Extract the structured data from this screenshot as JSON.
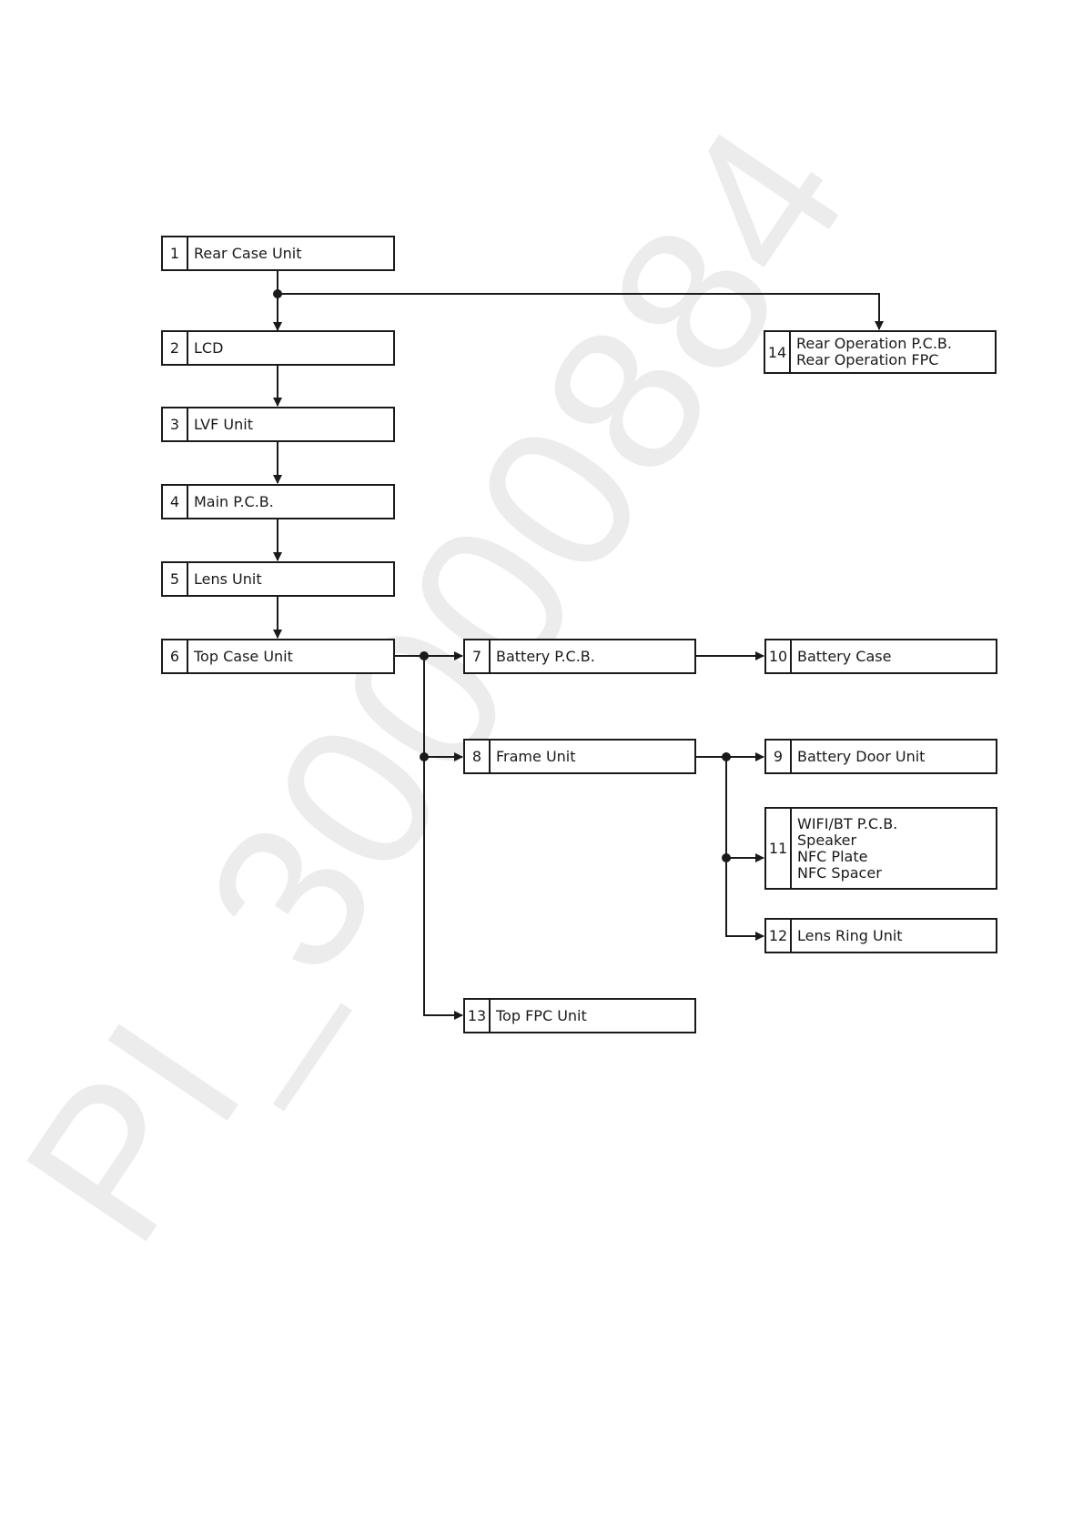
{
  "watermark": "PI_30000884",
  "nodes": [
    {
      "num": "1",
      "lines": [
        "Rear Case Unit"
      ]
    },
    {
      "num": "2",
      "lines": [
        "LCD"
      ]
    },
    {
      "num": "3",
      "lines": [
        "LVF Unit"
      ]
    },
    {
      "num": "4",
      "lines": [
        "Main P.C.B."
      ]
    },
    {
      "num": "5",
      "lines": [
        "Lens Unit"
      ]
    },
    {
      "num": "6",
      "lines": [
        "Top Case Unit"
      ]
    },
    {
      "num": "7",
      "lines": [
        "Battery P.C.B."
      ]
    },
    {
      "num": "8",
      "lines": [
        "Frame Unit"
      ]
    },
    {
      "num": "9",
      "lines": [
        "Battery Door Unit"
      ]
    },
    {
      "num": "10",
      "lines": [
        "Battery Case"
      ]
    },
    {
      "num": "11",
      "lines": [
        "WIFI/BT P.C.B.",
        "Speaker",
        "NFC Plate",
        "NFC Spacer"
      ]
    },
    {
      "num": "12",
      "lines": [
        "Lens Ring Unit"
      ]
    },
    {
      "num": "13",
      "lines": [
        "Top FPC Unit"
      ]
    },
    {
      "num": "14",
      "lines": [
        "Rear Operation P.C.B.",
        "Rear Operation FPC"
      ]
    }
  ],
  "edges": [
    [
      "1",
      "2"
    ],
    [
      "1",
      "14"
    ],
    [
      "2",
      "3"
    ],
    [
      "3",
      "4"
    ],
    [
      "4",
      "5"
    ],
    [
      "5",
      "6"
    ],
    [
      "6",
      "7"
    ],
    [
      "6",
      "8"
    ],
    [
      "6",
      "13"
    ],
    [
      "7",
      "10"
    ],
    [
      "8",
      "9"
    ],
    [
      "8",
      "11"
    ],
    [
      "8",
      "12"
    ]
  ]
}
